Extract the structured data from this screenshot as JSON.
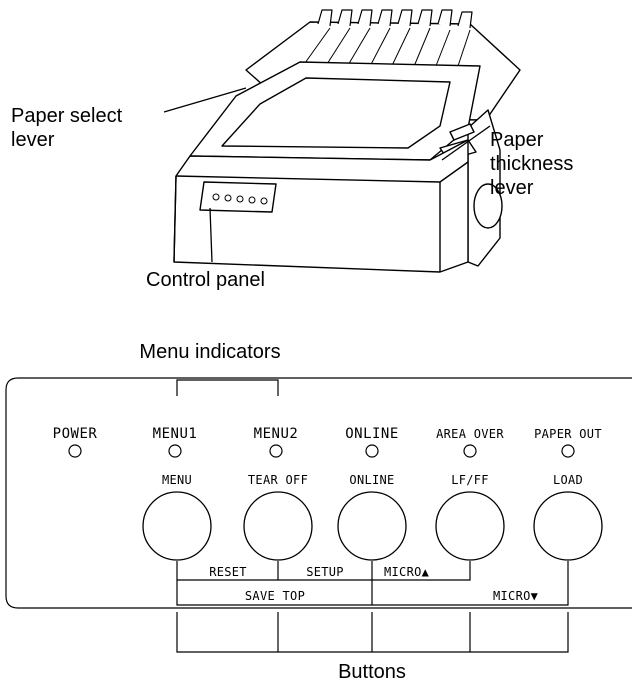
{
  "printer_callouts": {
    "paper_select_lever": [
      "Paper select",
      "lever"
    ],
    "paper_thickness_lever": [
      "Paper",
      "thickness",
      "lever"
    ],
    "control_panel": "Control panel"
  },
  "panel": {
    "group_label_top": "Menu indicators",
    "group_label_bottom": "Buttons",
    "indicators": [
      "POWER",
      "MENU1",
      "MENU2",
      "ONLINE",
      "AREA OVER",
      "PAPER OUT"
    ],
    "buttons": [
      "MENU",
      "TEAR OFF",
      "ONLINE",
      "LF/FF",
      "LOAD"
    ],
    "combos": {
      "reset": "RESET",
      "setup": "SETUP",
      "micro_up": "MICRO▲",
      "save_top": "SAVE TOP",
      "micro_down": "MICRO▼"
    }
  }
}
